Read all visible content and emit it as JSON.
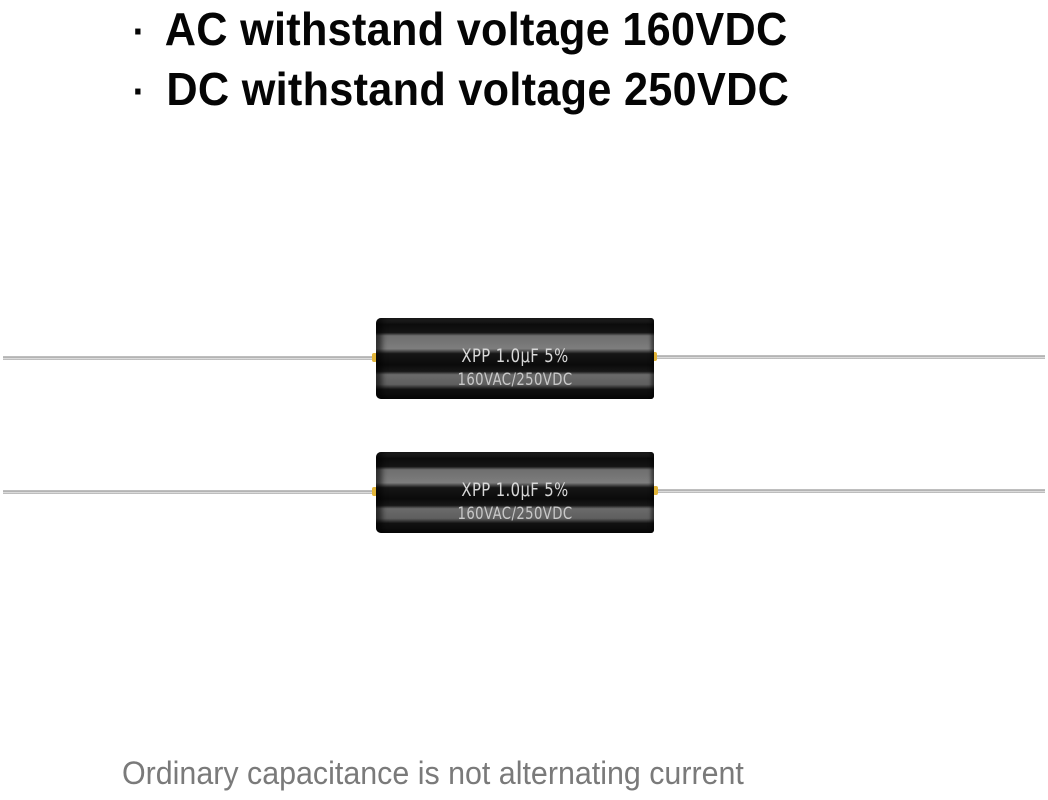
{
  "headlines": [
    {
      "bullet": "·",
      "text": "AC withstand voltage 160VDC"
    },
    {
      "bullet": "·",
      "text": "DC withstand voltage 250VDC"
    }
  ],
  "capacitors": [
    {
      "marking_line_1": "XPP 1.0μF 5%",
      "marking_line_2": "160VAC/250VDC"
    },
    {
      "marking_line_1": "XPP 1.0μF 5%",
      "marking_line_2": "160VAC/250VDC"
    }
  ],
  "caption": "Ordinary capacitance is not alternating current",
  "colors": {
    "headline_text": "#050505",
    "caption_text": "#7a7a7a",
    "capacitor_body": "#0c0c0c",
    "capacitor_band": "#777777",
    "solder": "#e2b53a",
    "background": "#ffffff"
  }
}
